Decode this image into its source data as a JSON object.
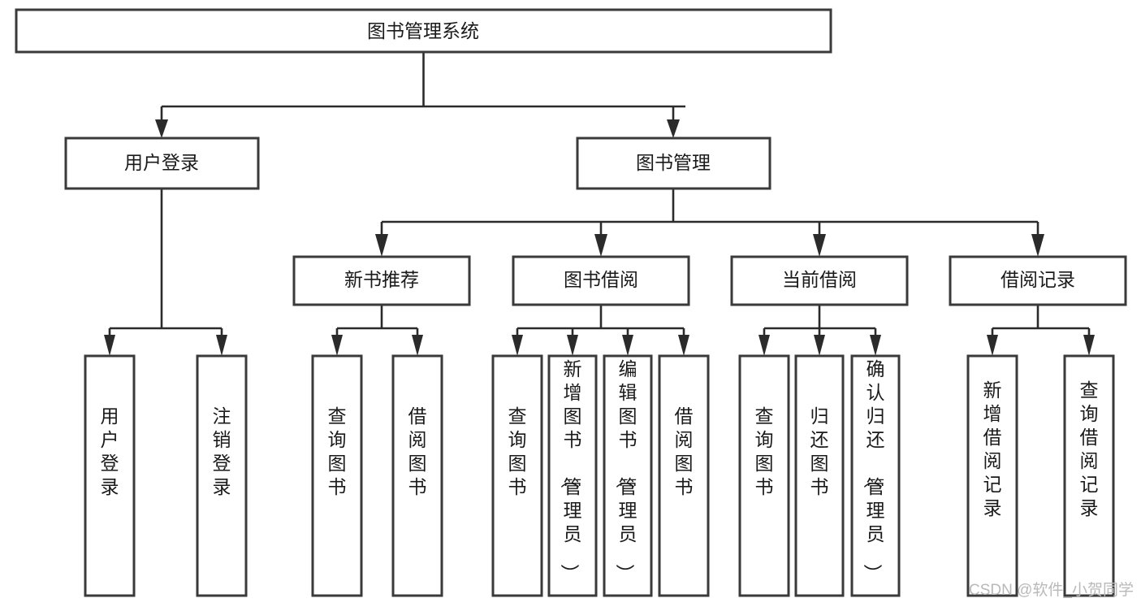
{
  "diagram": {
    "type": "tree-hierarchy",
    "title": "图书管理系统",
    "root": {
      "id": "root",
      "label": "图书管理系统",
      "orientation": "horizontal"
    },
    "level2": [
      {
        "id": "user-login",
        "label": "用户登录",
        "orientation": "horizontal"
      },
      {
        "id": "book-management",
        "label": "图书管理",
        "orientation": "horizontal"
      }
    ],
    "level3": [
      {
        "id": "new-book-recommend",
        "label": "新书推荐",
        "orientation": "horizontal"
      },
      {
        "id": "book-borrow",
        "label": "图书借阅",
        "orientation": "horizontal"
      },
      {
        "id": "current-borrow",
        "label": "当前借阅",
        "orientation": "horizontal"
      },
      {
        "id": "borrow-record",
        "label": "借阅记录",
        "orientation": "horizontal"
      }
    ],
    "leaves": [
      {
        "id": "leaf-user-login",
        "parent": "user-login",
        "label": "用户登录",
        "orientation": "vertical"
      },
      {
        "id": "leaf-user-logout",
        "parent": "user-login",
        "label": "注销登录",
        "orientation": "vertical"
      },
      {
        "id": "leaf-query-book-1",
        "parent": "new-book-recommend",
        "label": "查询图书",
        "orientation": "vertical"
      },
      {
        "id": "leaf-borrow-book-1",
        "parent": "new-book-recommend",
        "label": "借阅图书",
        "orientation": "vertical"
      },
      {
        "id": "leaf-query-book-2",
        "parent": "book-borrow",
        "label": "查询图书",
        "orientation": "vertical"
      },
      {
        "id": "leaf-add-book",
        "parent": "book-borrow",
        "label": "新增图书（管理员）",
        "orientation": "vertical"
      },
      {
        "id": "leaf-edit-book",
        "parent": "book-borrow",
        "label": "编辑图书（管理员）",
        "orientation": "vertical"
      },
      {
        "id": "leaf-borrow-book-2",
        "parent": "book-borrow",
        "label": "借阅图书",
        "orientation": "vertical"
      },
      {
        "id": "leaf-query-book-3",
        "parent": "current-borrow",
        "label": "查询图书",
        "orientation": "vertical"
      },
      {
        "id": "leaf-return-book",
        "parent": "current-borrow",
        "label": "归还图书",
        "orientation": "vertical"
      },
      {
        "id": "leaf-confirm-return",
        "parent": "current-borrow",
        "label": "确认归还（管理员）",
        "orientation": "vertical"
      },
      {
        "id": "leaf-add-record",
        "parent": "borrow-record",
        "label": "新增借阅记录",
        "orientation": "vertical"
      },
      {
        "id": "leaf-query-record",
        "parent": "borrow-record",
        "label": "查询借阅记录",
        "orientation": "vertical"
      }
    ]
  },
  "watermark": {
    "text": "CSDN @软件_小贺同学"
  },
  "colors": {
    "box_stroke": "#3a3a3a",
    "edge": "#2b2b2b",
    "text": "#1a1a1a",
    "background": "#ffffff",
    "watermark": "#b9b9b9"
  }
}
